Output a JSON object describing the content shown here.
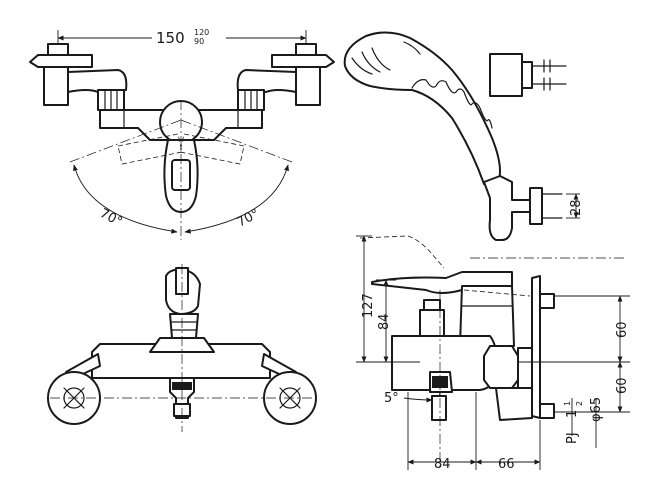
{
  "drawing": {
    "dims": {
      "width_main": "150",
      "width_tol_upper": "120",
      "width_tol_lower": "90",
      "angle_left": "70°",
      "angle_right": "70°",
      "height_total": "127",
      "height_spout": "84",
      "depth_spout": "84",
      "depth_body": "66",
      "pitch_upper": "60",
      "pitch_lower": "60",
      "tilt": "5°",
      "bracket_height": "28",
      "flange_diameter": "φ65",
      "thread_prefix": "PJ",
      "thread_whole": "1",
      "thread_num": "1",
      "thread_den": "2"
    }
  }
}
